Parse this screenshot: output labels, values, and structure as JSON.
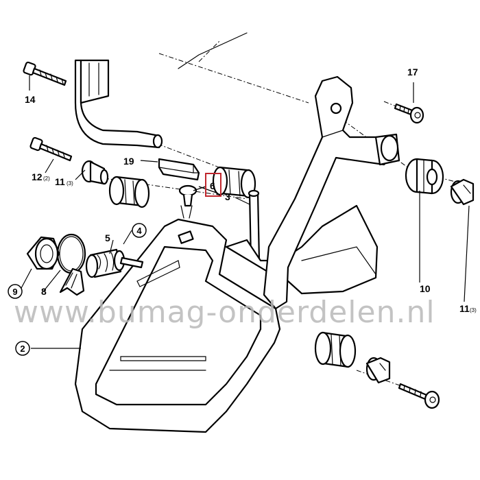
{
  "watermark": "www.bumag-onderdelen.nl",
  "highlight_color": "#c0262d",
  "labels": {
    "l14": "14",
    "l17": "17",
    "l19": "19",
    "l12": "12",
    "l12sub": "(2)",
    "l11a": "11",
    "l11asub": "(3)",
    "l6": "6",
    "l3": "3",
    "l4": "4",
    "l5": "5",
    "l9": "9",
    "l8": "8",
    "l10": "10",
    "l11b": "11",
    "l11bsub": "(3)",
    "l2": "2"
  }
}
